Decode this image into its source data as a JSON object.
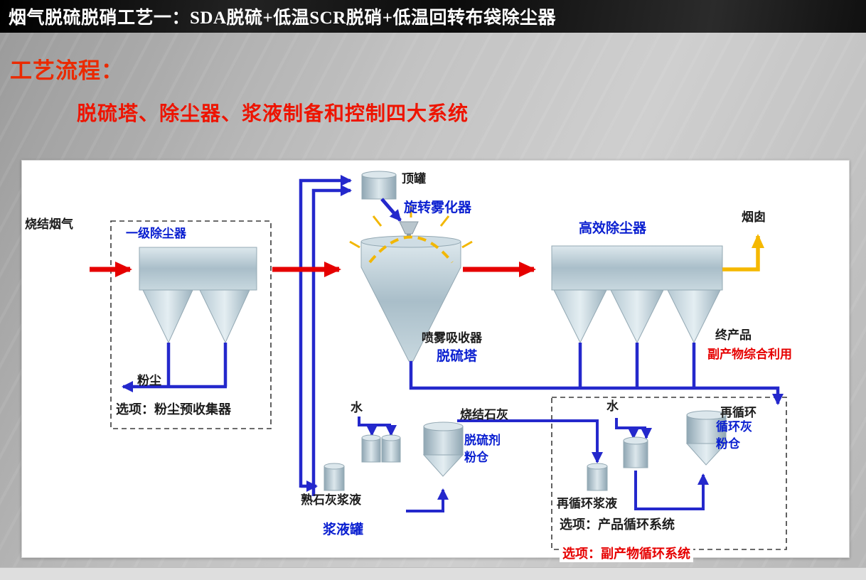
{
  "title_bar": {
    "title": "烟气脱硫脱硝工艺一：SDA脱硫+低温SCR脱硝+低温回转布袋除尘器"
  },
  "headings": {
    "line1": "工艺流程：",
    "line2": "脱硫塔、除尘器、浆液制备和控制四大系统"
  },
  "colors": {
    "accent_red": "#ea2a00",
    "diagram_red": "#e60000",
    "label_blue": "#0a1fd0",
    "pipe_blue": "#2428cc",
    "gas_arrow_red": "#e60000",
    "stack_arrow_yellow": "#f5b800",
    "title_bar_bg": "#141414",
    "panel_bg": "#ffffff"
  },
  "diagram": {
    "labels": {
      "sinter_flue_gas": "烧结烟气",
      "primary_collector": "一级除尘器",
      "dust": "粉尘",
      "option_precollector": "选项：粉尘预收集器",
      "top_tank": "顶罐",
      "rotary_atomizer": "旋转雾化器",
      "spray_absorber": "喷雾吸收器",
      "desulfurization_tower": "脱硫塔",
      "high_eff_collector": "高效除尘器",
      "chimney": "烟囱",
      "final_product": "终产品",
      "byproduct_utilization": "副产物综合利用",
      "water_center": "水",
      "sintered_lime": "烧结石灰",
      "desulfurizer_silo_line1": "脱硫剂",
      "desulfurizer_silo_line2": "粉仓",
      "slaked_lime_slurry": "熟石灰浆液",
      "slurry_tank": "浆液罐",
      "water_right": "水",
      "recirculation": "再循环",
      "circ_ash_silo_line1": "循环灰",
      "circ_ash_silo_line2": "粉仓",
      "recirc_slurry": "再循环浆液",
      "option_product_circ": "选项：产品循环系统",
      "option_byproduct_circ": "选项：副产物循环系统"
    }
  }
}
